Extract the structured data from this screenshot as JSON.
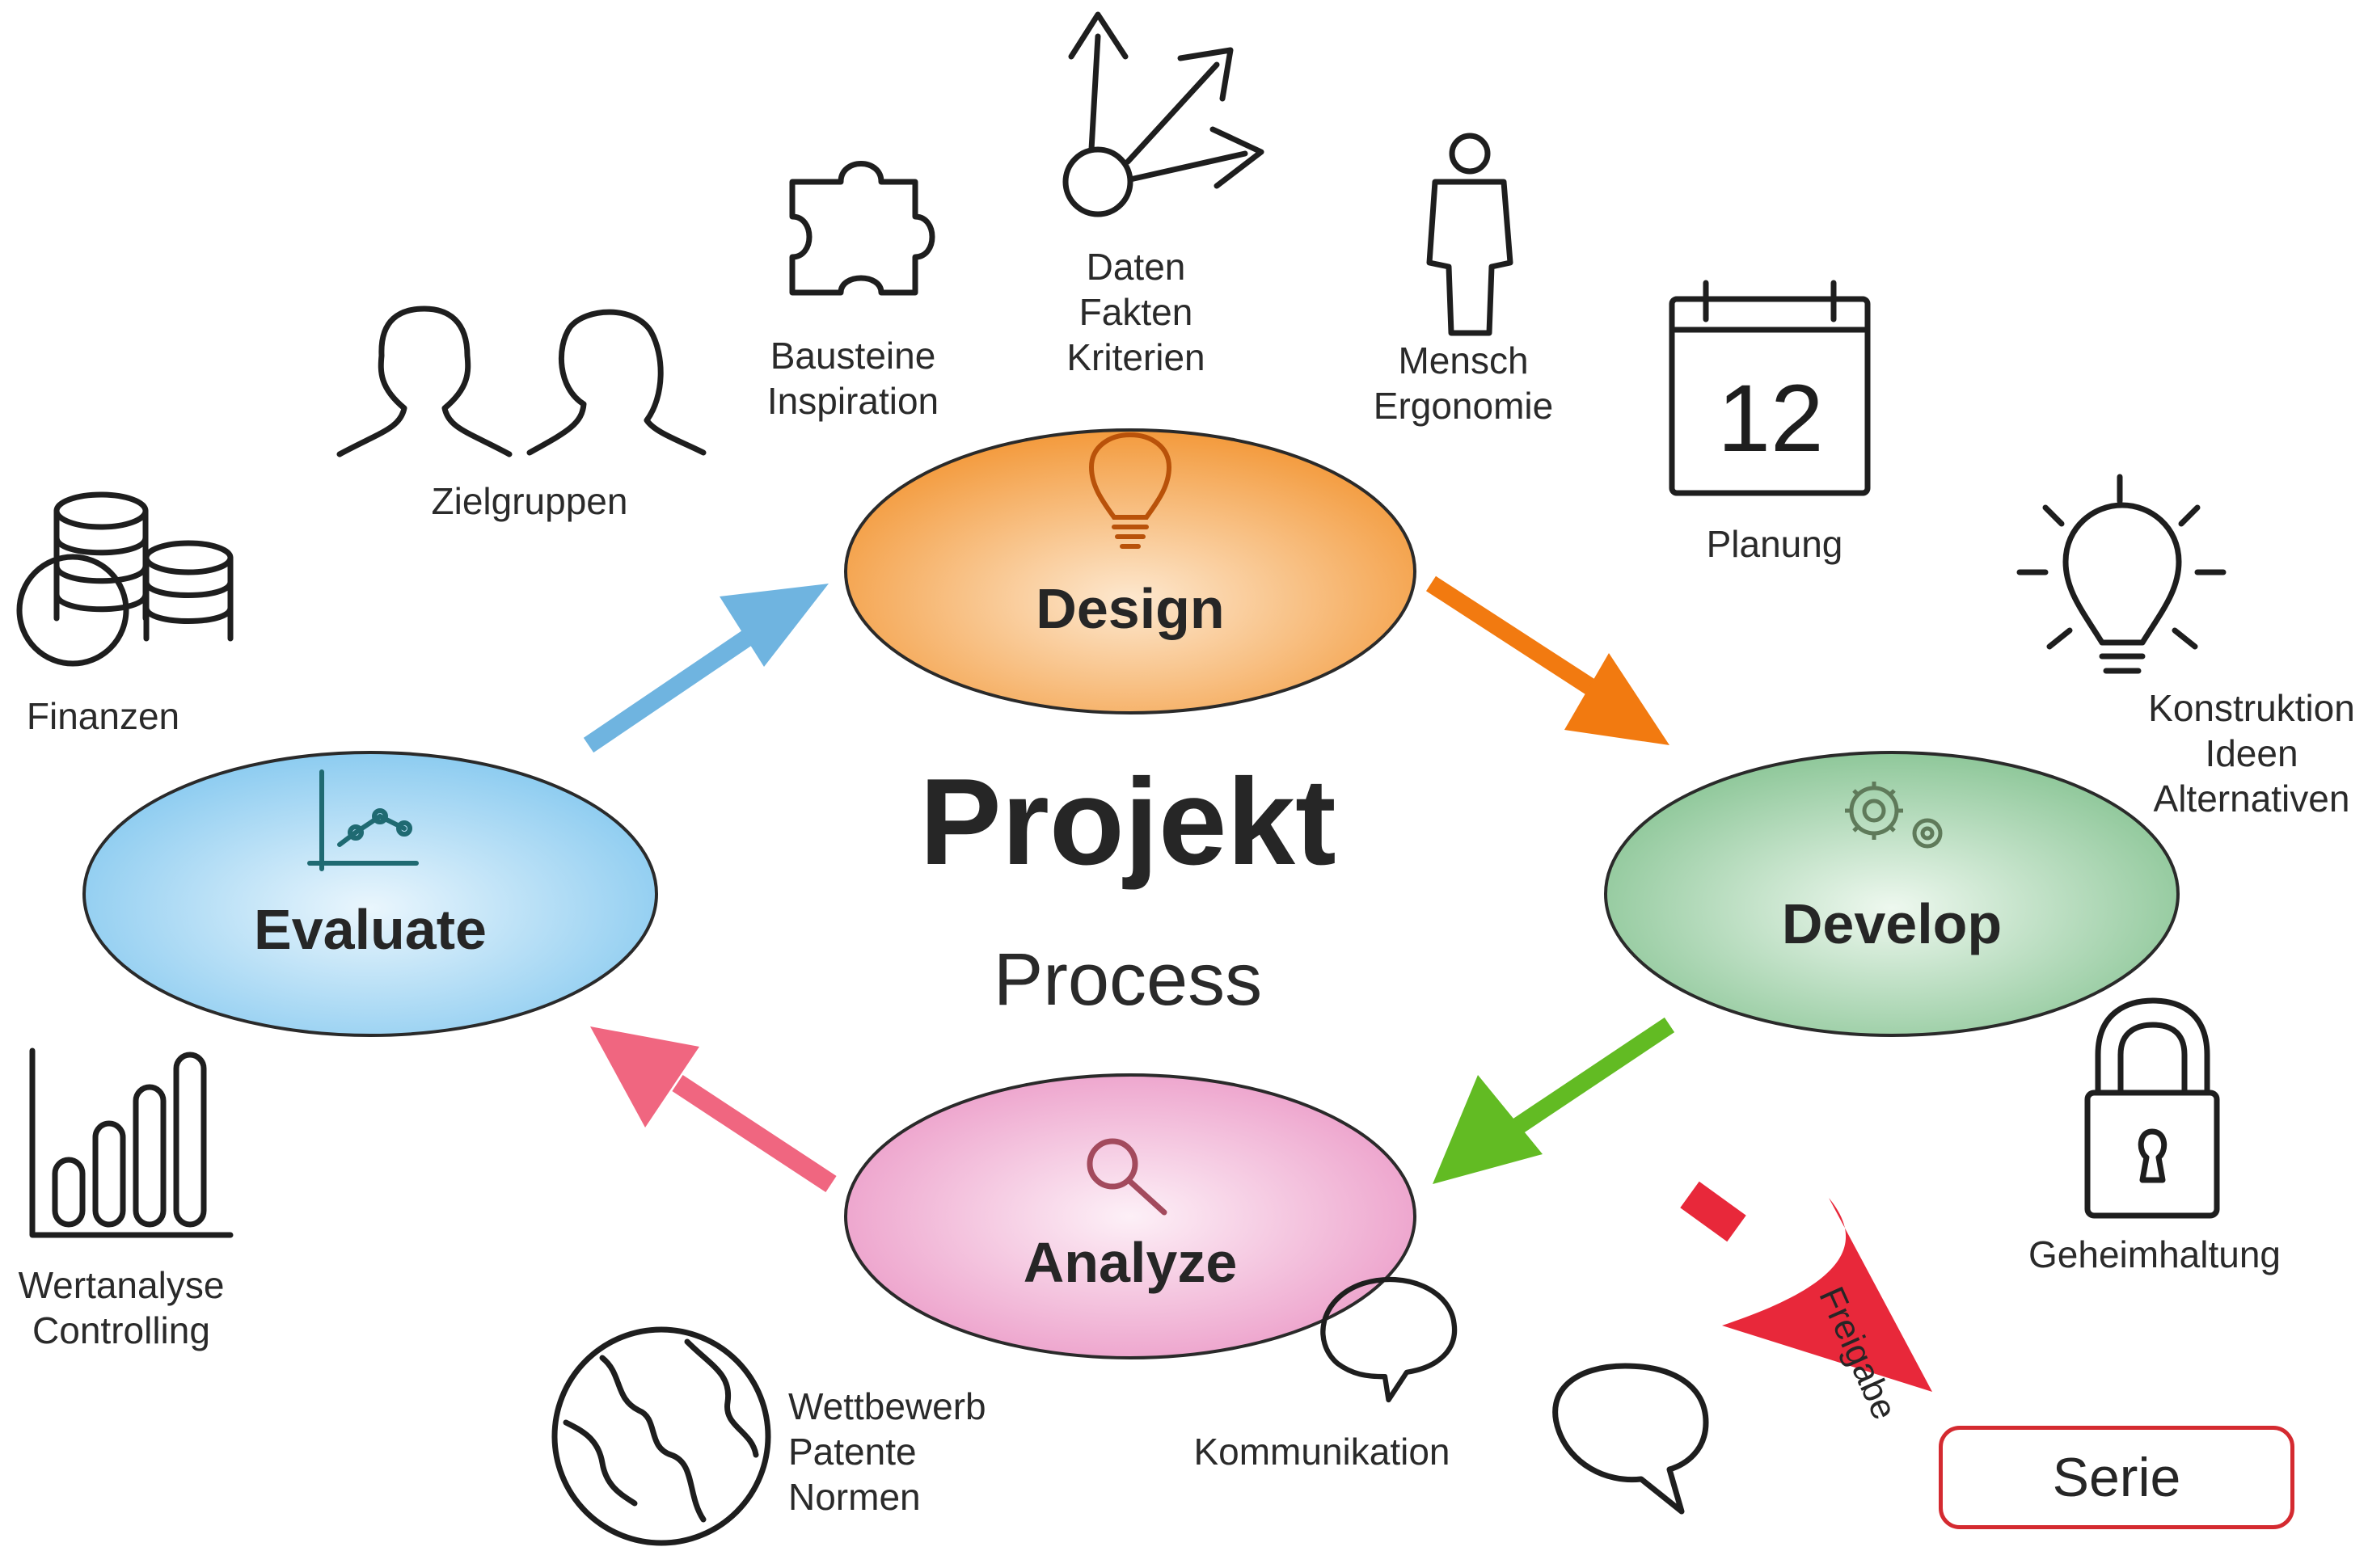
{
  "center": {
    "title": "Projekt",
    "subtitle": "Process"
  },
  "stages": {
    "design": "Design",
    "develop": "Develop",
    "analyze": "Analyze",
    "evaluate": "Evaluate"
  },
  "labels": {
    "zielgruppen": "Zielgruppen",
    "bausteine": "Bausteine\nInspiration",
    "daten": "Daten\nFakten\nKriterien",
    "mensch": "Mensch\nErgonomie",
    "planung": "Planung",
    "konstruktion": "Konstruktion\nIdeen\nAlternativen",
    "geheimhaltung": "Geheimhaltung",
    "kommunikation": "Kommunikation",
    "wettbewerb": "Wettbewerb\nPatente\nNormen",
    "wertanalyse": "Wertanalyse\nControlling",
    "finanzen": "Finanzen",
    "calendar_number": "12"
  },
  "release": {
    "arrow_label": "Freigabe",
    "target": "Serie"
  },
  "colors": {
    "design_fill": "#f5a34a",
    "develop_fill": "#8fc79a",
    "analyze_fill": "#f0a6cf",
    "evaluate_fill": "#8ecdf0",
    "arrow_blue": "#6fb4e0",
    "arrow_orange": "#f27a10",
    "arrow_green": "#62bb23",
    "arrow_pink": "#f06680",
    "arrow_red": "#e8283a"
  }
}
